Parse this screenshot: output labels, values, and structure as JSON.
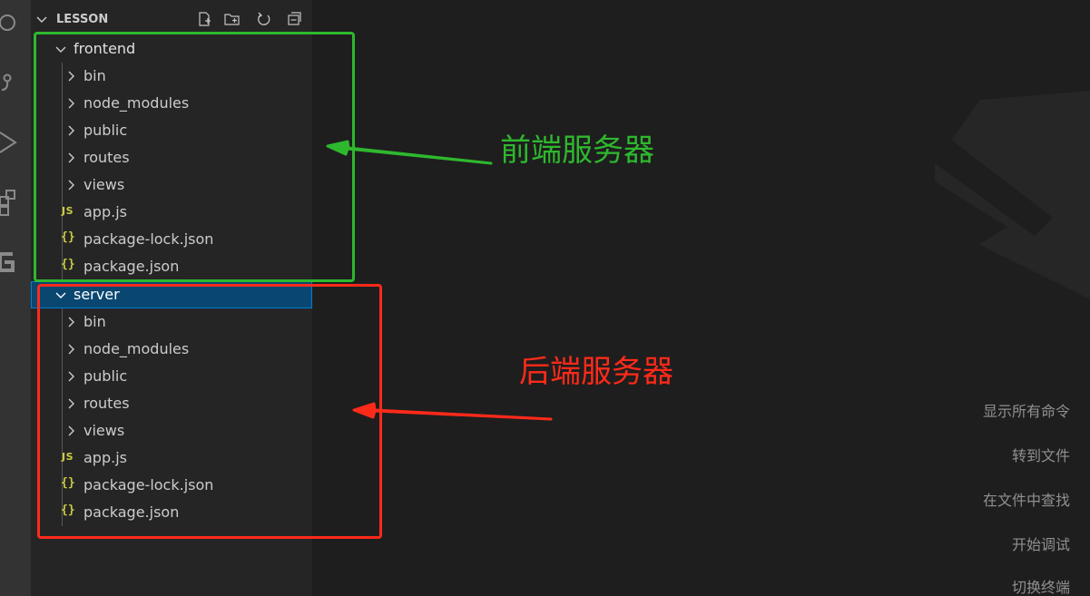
{
  "explorer": {
    "section_title": "LESSON",
    "header_actions": [
      "new-file-icon",
      "new-folder-icon",
      "refresh-icon",
      "collapse-all-icon"
    ],
    "folders": [
      {
        "name": "frontend",
        "children": [
          "bin",
          "node_modules",
          "public",
          "routes",
          "views",
          "app.js",
          "package-lock.json",
          "package.json"
        ]
      },
      {
        "name": "server",
        "selected": true,
        "children": [
          "bin",
          "node_modules",
          "public",
          "routes",
          "views",
          "app.js",
          "package-lock.json",
          "package.json"
        ]
      }
    ]
  },
  "annotations": {
    "frontend_label": "前端服务器",
    "frontend_color": "#2eb82e",
    "server_label": "后端服务器",
    "server_color": "#ff2a1a"
  },
  "editor": {
    "shortcuts": [
      "显示所有命令",
      "转到文件",
      "在文件中查找",
      "开始调试",
      "切换终端"
    ]
  },
  "icons": {
    "js_badge": "JS",
    "json_badge": "{}",
    "activity_bar": [
      "search-icon",
      "source-control-icon",
      "run-debug-icon",
      "extensions-icon",
      "remote-icon"
    ]
  },
  "theme": {
    "selection": "#094771",
    "js_json_icon": "#cbcb41"
  }
}
